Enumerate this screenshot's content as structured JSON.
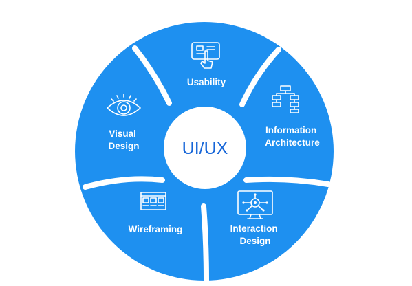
{
  "center": {
    "label": "UI/UX"
  },
  "segments": [
    {
      "label_lines": [
        "Usability"
      ],
      "icon": "touch-tablet-icon"
    },
    {
      "label_lines": [
        "Information",
        "Architecture"
      ],
      "icon": "sitemap-icon"
    },
    {
      "label_lines": [
        "Interaction",
        "Design"
      ],
      "icon": "interaction-monitor-icon"
    },
    {
      "label_lines": [
        "Wireframing"
      ],
      "icon": "wireframe-icon"
    },
    {
      "label_lines": [
        "Visual",
        "Design"
      ],
      "icon": "eye-icon"
    }
  ],
  "colors": {
    "segment": "#1e90f0",
    "separator": "#ffffff",
    "center_text": "#1565d8",
    "background": "#ffffff"
  }
}
